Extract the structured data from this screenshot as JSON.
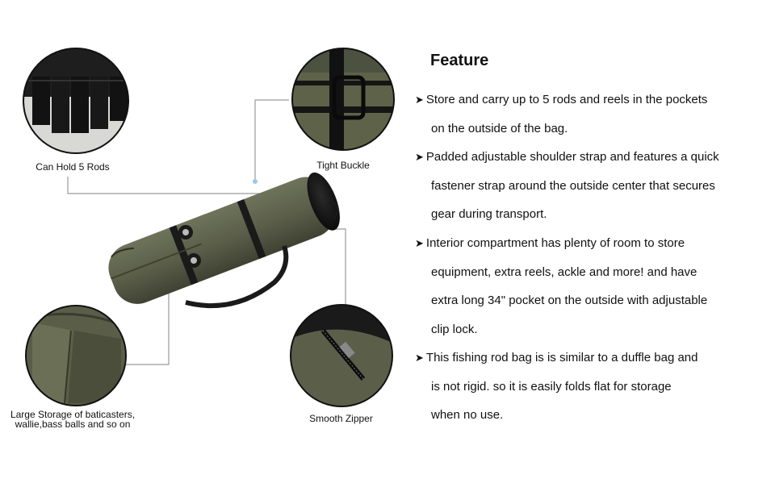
{
  "callouts": {
    "rods": "Can Hold 5 Rods",
    "buckle": "Tight Buckle",
    "storage_line1": "Large Storage of baticasters,",
    "storage_line2": "wallie,bass balls and so on",
    "zipper": "Smooth Zipper"
  },
  "features": {
    "title": "Feature",
    "items": [
      {
        "lines": [
          "Store and carry up to 5 rods and reels in the pockets",
          "on the outside of the bag."
        ]
      },
      {
        "lines": [
          "Padded adjustable shoulder strap and features a quick",
          "fastener strap around the outside center that secures",
          "gear during transport."
        ]
      },
      {
        "lines": [
          "Interior compartment has plenty of room to store",
          "equipment, extra reels, ackle and more! and have",
          "extra long 34\" pocket on the outside with adjustable",
          "clip lock."
        ]
      },
      {
        "lines": [
          "This fishing rod bag is is similar to a duffle bag and",
          "is not rigid. so it is easily folds flat for storage",
          "when no use."
        ]
      }
    ]
  },
  "colors": {
    "bag": "#5b5f4a",
    "bag_dark": "#454836",
    "strap": "#1a1a1a",
    "leader": "#9a9a9a",
    "dot": "#9cc8ea"
  }
}
